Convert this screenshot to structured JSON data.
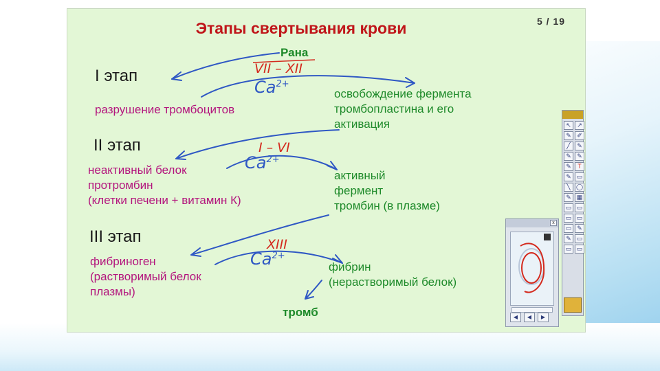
{
  "slide": {
    "title": "Этапы свертывания крови",
    "page_indicator": "5 / 19",
    "wound": "Рана",
    "stage1": {
      "label": "I этап",
      "factors": "VII – XII",
      "ion": "Ca",
      "ion_charge": "2+",
      "left": "разрушение тромбоцитов",
      "right": [
        "освобождение фермента",
        "тромбопластина и его",
        "активация"
      ]
    },
    "stage2": {
      "label": "II этап",
      "factors": "I – VI",
      "ion": "Ca",
      "ion_charge": "2+",
      "left": [
        "неактивный белок",
        "протромбин",
        "(клетки печени + витамин К)"
      ],
      "right": [
        "активный",
        "фермент",
        "тромбин (в плазме)"
      ]
    },
    "stage3": {
      "label": "III этап",
      "factors": "XIII",
      "ion": "Ca",
      "ion_charge": "2+",
      "left": [
        "фибриноген",
        "(растворимый белок",
        "плазмы)"
      ],
      "right": [
        "фибрин",
        "(нерастворимый белок)"
      ]
    },
    "result": "тромб"
  },
  "palette": {
    "buttons": [
      "↖",
      "↗",
      "✎",
      "✐",
      "╱",
      "✎",
      "✎",
      "✎",
      "✎",
      "T",
      "✎",
      "▭",
      "╲",
      "◯",
      "✎",
      "▦",
      "▭",
      "▭",
      "▭",
      "▭",
      "▭",
      "✎",
      "✎",
      "▭",
      "▭",
      "▭"
    ]
  },
  "preview": {
    "close": "x",
    "nav": [
      "◀",
      "◀",
      "▶"
    ]
  },
  "colors": {
    "title": "#c0161a",
    "green_text": "#1e8a2a",
    "magenta_text": "#b3157d",
    "hand_red": "#d42a1e",
    "hand_blue": "#2f58c4",
    "slide_bg": "#e3f7d6"
  }
}
